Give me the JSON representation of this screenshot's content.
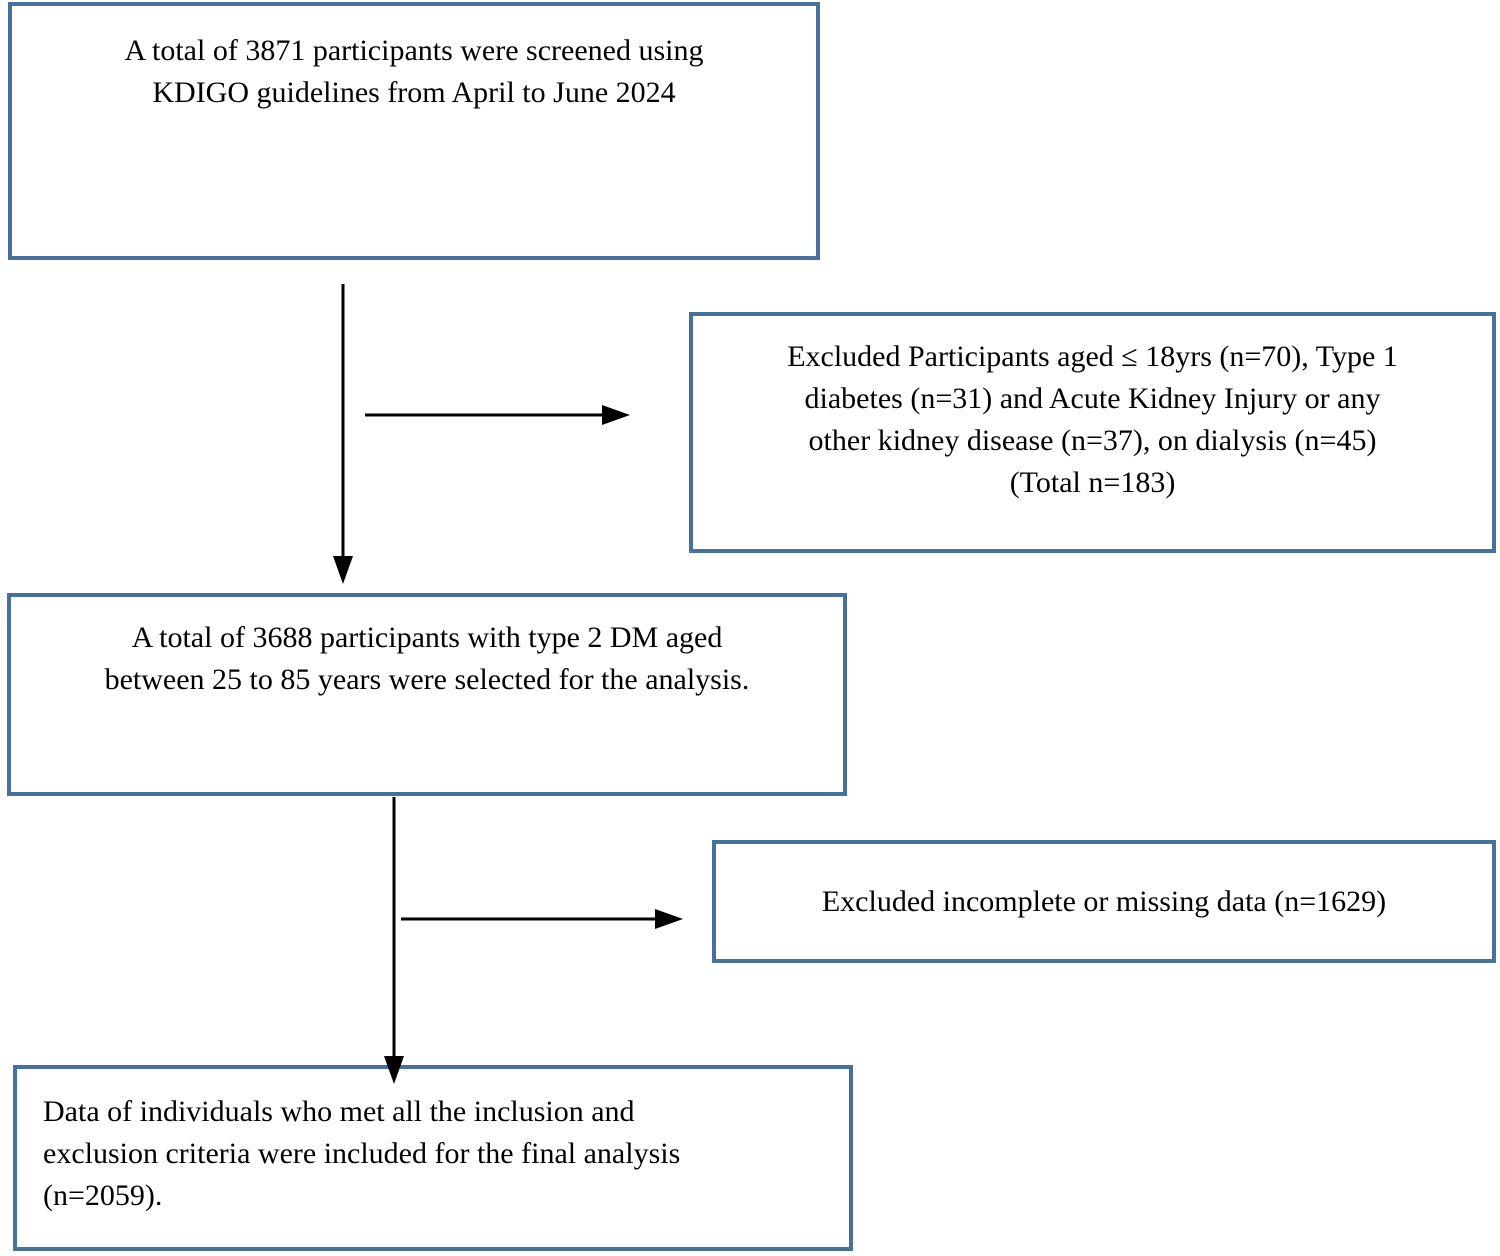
{
  "colors": {
    "box_border": "#45719D",
    "arrow": "#000000",
    "text": "#000000",
    "background": "#FFFFFF"
  },
  "boxes": {
    "screened": {
      "lines": [
        "A total of 3871 participants were screened using",
        "KDIGO guidelines from April to June 2024"
      ]
    },
    "excluded_initial": {
      "lines": [
        "Excluded Participants aged ≤ 18yrs (n=70), Type 1",
        "diabetes (n=31) and Acute Kidney Injury or any",
        "other kidney disease (n=37), on dialysis (n=45)",
        "(Total n=183)"
      ]
    },
    "selected": {
      "lines": [
        "A total of 3688 participants with type 2 DM aged",
        "between 25 to 85 years were selected for the analysis."
      ]
    },
    "excluded_missing": {
      "lines": [
        "Excluded incomplete or missing data (n=1629)"
      ]
    },
    "final_analysis": {
      "lines": [
        "Data of individuals who met all the inclusion and",
        "exclusion criteria were included for the final analysis",
        "(n=2059)."
      ]
    }
  }
}
